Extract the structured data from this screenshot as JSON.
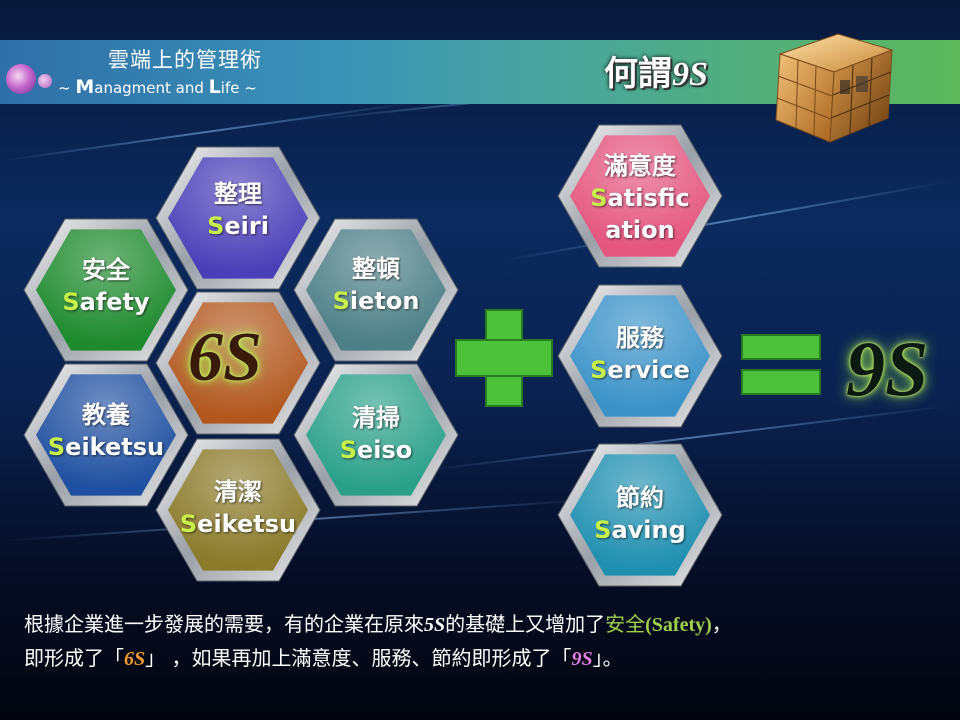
{
  "header": {
    "brand_cn": "雲端上的管理術",
    "brand_en_prefix": "~ ",
    "brand_en_M": "M",
    "brand_en_mid": "anagment and ",
    "brand_en_L": "L",
    "brand_en_suffix": "ife ~",
    "title_cn": "何謂",
    "title_en": "9S"
  },
  "hexagons_6s": [
    {
      "cn": "整理",
      "en_first": "S",
      "en_rest": "eiri",
      "color": "#4b3fb8"
    },
    {
      "cn": "安全",
      "en_first": "S",
      "en_rest": "afety",
      "color": "#1e8a2e"
    },
    {
      "cn": "整頓",
      "en_first": "S",
      "en_rest": "ieton",
      "color": "#4d7f86"
    },
    {
      "cn": "教養",
      "en_first": "S",
      "en_rest": "eiketsu",
      "color": "#1f4fa0"
    },
    {
      "cn": "清掃",
      "en_first": "S",
      "en_rest": "eiso",
      "color": "#2aa088"
    },
    {
      "cn": "清潔",
      "en_first": "S",
      "en_rest": "eiketsu",
      "color": "#8a7a2a"
    }
  ],
  "center_label": "6S",
  "hexagons_extra": [
    {
      "cn": "滿意度",
      "en_first": "S",
      "en_rest": "atisfic",
      "en_line2": "ation",
      "color": "#e4557f"
    },
    {
      "cn": "服務",
      "en_first": "S",
      "en_rest": "ervice",
      "color": "#3a92c8"
    },
    {
      "cn": "節約",
      "en_first": "S",
      "en_rest": "aving",
      "color": "#1f8fb0"
    }
  ],
  "result_label": "9S",
  "bottom_text": {
    "l1_a": "根據企業進一步發展的需要，有的企業在原來",
    "l1_5s": "5S",
    "l1_b": "的基礎上又增加了",
    "l1_safe": "安全",
    "l1_safe_en": "(Safety)",
    "l1_c": "，",
    "l2_a": "即形成了「",
    "l2_6s": "6S",
    "l2_b": "」 ，如果再加上滿意度、服務、節約即形成了「",
    "l2_9s": "9S",
    "l2_c": "」。"
  },
  "colors": {
    "accent_green": "#c8f04a",
    "plus_green": "#4cc23a",
    "header_left": "#2f6fa8",
    "header_right": "#5cb85a"
  }
}
